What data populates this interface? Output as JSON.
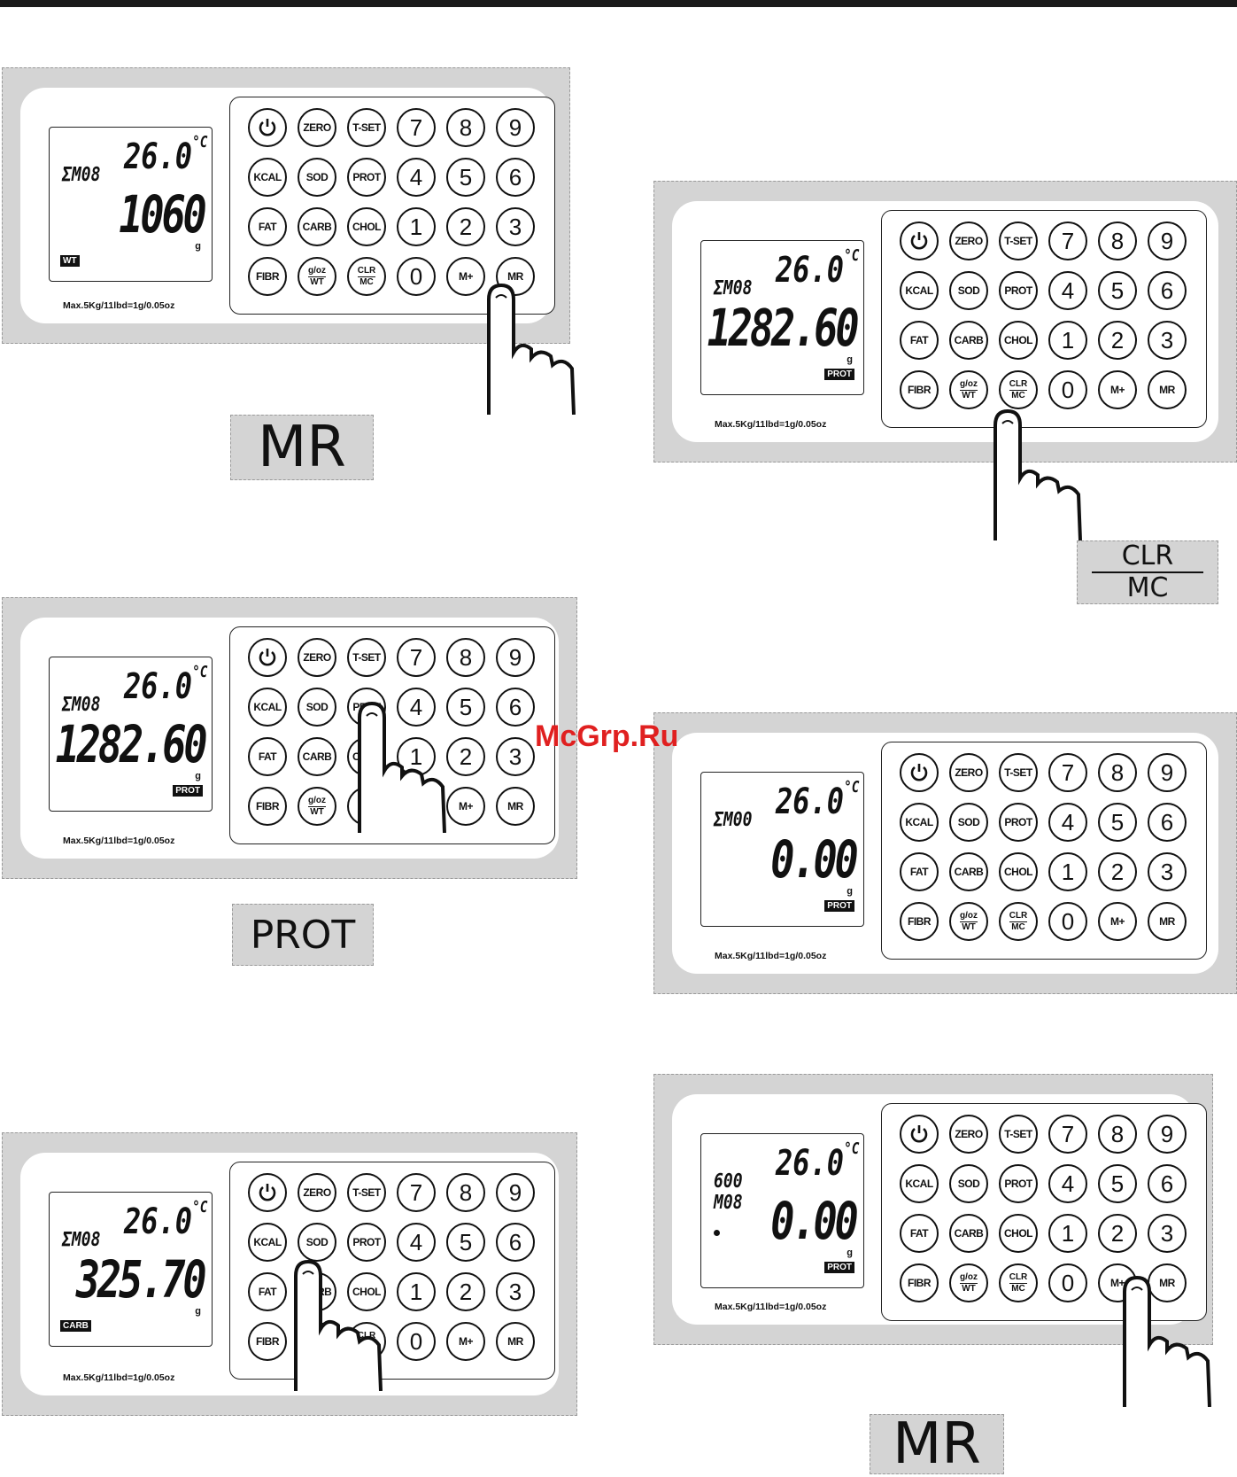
{
  "scales": [
    {
      "mem": "ΣM08",
      "temp": "26.0",
      "temp_unit": "°C",
      "weight": "1060",
      "unit": "g",
      "label": "WT",
      "label_pos": "left",
      "pressed": "MR"
    },
    {
      "mem": "ΣM08",
      "temp": "26.0",
      "temp_unit": "°C",
      "weight": "1282.60",
      "unit": "g",
      "label": "PROT",
      "label_pos": "right",
      "pressed": "CLR/MC"
    },
    {
      "mem": "ΣM08",
      "temp": "26.0",
      "temp_unit": "°C",
      "weight": "1282.60",
      "unit": "g",
      "label": "PROT",
      "label_pos": "right",
      "pressed": "PROT"
    },
    {
      "mem": "ΣM00",
      "temp": "26.0",
      "temp_unit": "°C",
      "weight": "0.00",
      "unit": "g",
      "label": "PROT",
      "label_pos": "right",
      "pressed": ""
    },
    {
      "mem": "ΣM08",
      "temp": "26.0",
      "temp_unit": "°C",
      "weight": "325.70",
      "unit": "g",
      "label": "CARB",
      "label_pos": "left",
      "pressed": "CARB"
    },
    {
      "mem": "600\nM08",
      "temp": "26.0",
      "temp_unit": "°C",
      "weight": "0.00",
      "unit": "g",
      "label": "PROT",
      "label_pos": "right",
      "pressed": "MR"
    }
  ],
  "spec": "Max.5Kg/11lbd=1g/0.05oz",
  "keys": [
    "power",
    "ZERO",
    "T-SET",
    "7",
    "8",
    "9",
    "KCAL",
    "SOD",
    "PROT",
    "4",
    "5",
    "6",
    "FAT",
    "CARB",
    "CHOL",
    "1",
    "2",
    "3",
    "FIBR",
    "g/oz|WT",
    "CLR|MC",
    "0",
    "M+",
    "MR"
  ],
  "captions": {
    "mr_top": "MR",
    "clr": "CLR",
    "mc": "MC",
    "prot": "PROT",
    "mr_bottom": "MR"
  },
  "watermark": "McGrp.Ru"
}
